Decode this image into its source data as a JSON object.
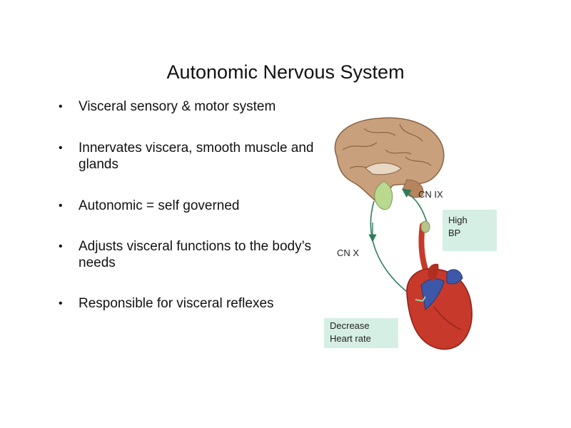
{
  "slide": {
    "title": "Autonomic Nervous System",
    "bullets": [
      "Visceral sensory & motor system",
      "Innervates viscera, smooth muscle and glands",
      "Autonomic = self governed",
      "Adjusts visceral functions to the body’s needs",
      "Responsible for visceral reflexes"
    ],
    "bullet_glyph": "•"
  },
  "diagram": {
    "labels": {
      "cn_ix": "CN IX",
      "cn_x": "CN X"
    },
    "boxes": {
      "high_bp": [
        "High",
        "BP"
      ],
      "decrease_hr": [
        "Decrease",
        "Heart rate"
      ]
    },
    "colors": {
      "box_fill": "#d6efe4",
      "brain": "#c9a07c",
      "heart": "#c7392b",
      "vessel_blue": "#3d58a8",
      "nerve": "#2e7d5b"
    },
    "icons": [
      "brain-illustration",
      "heart-illustration",
      "nerve-arrow"
    ]
  }
}
